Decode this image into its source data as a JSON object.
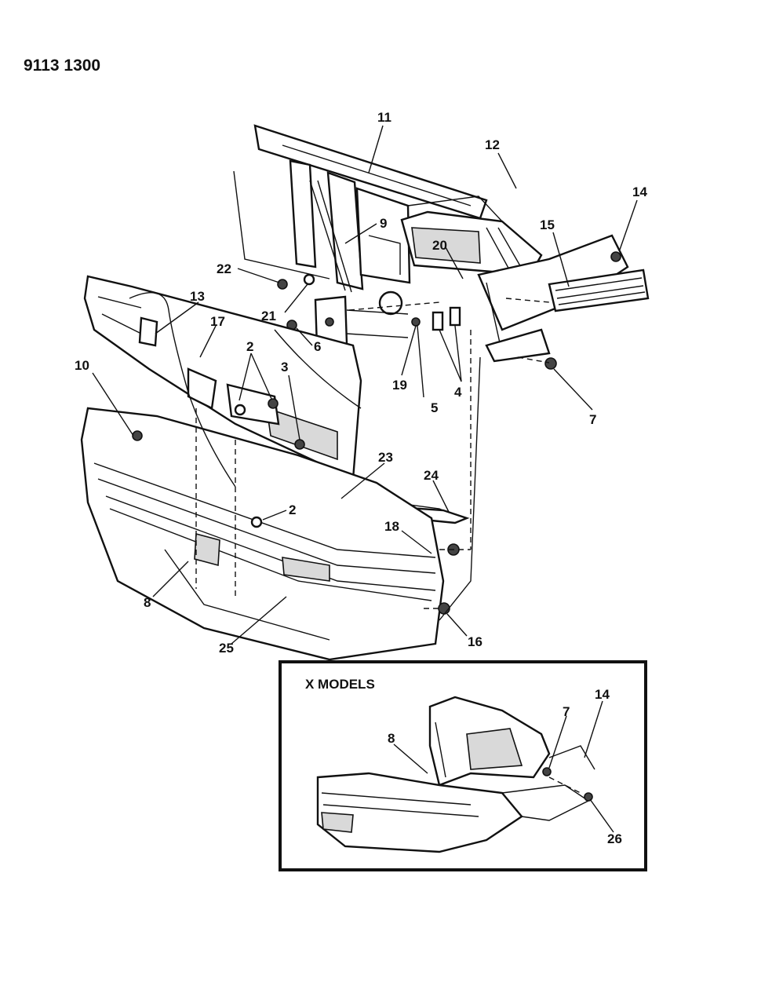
{
  "document_id": "9113 1300",
  "inset_title": "X MODELS",
  "callouts": [
    "11",
    "12",
    "14",
    "15",
    "9",
    "20",
    "22",
    "21",
    "13",
    "17",
    "6",
    "19",
    "5",
    "4",
    "7",
    "10",
    "2",
    "3",
    "23",
    "24",
    "2",
    "18",
    "8",
    "16",
    "25"
  ],
  "inset_callouts": [
    "8",
    "7",
    "14",
    "26"
  ]
}
